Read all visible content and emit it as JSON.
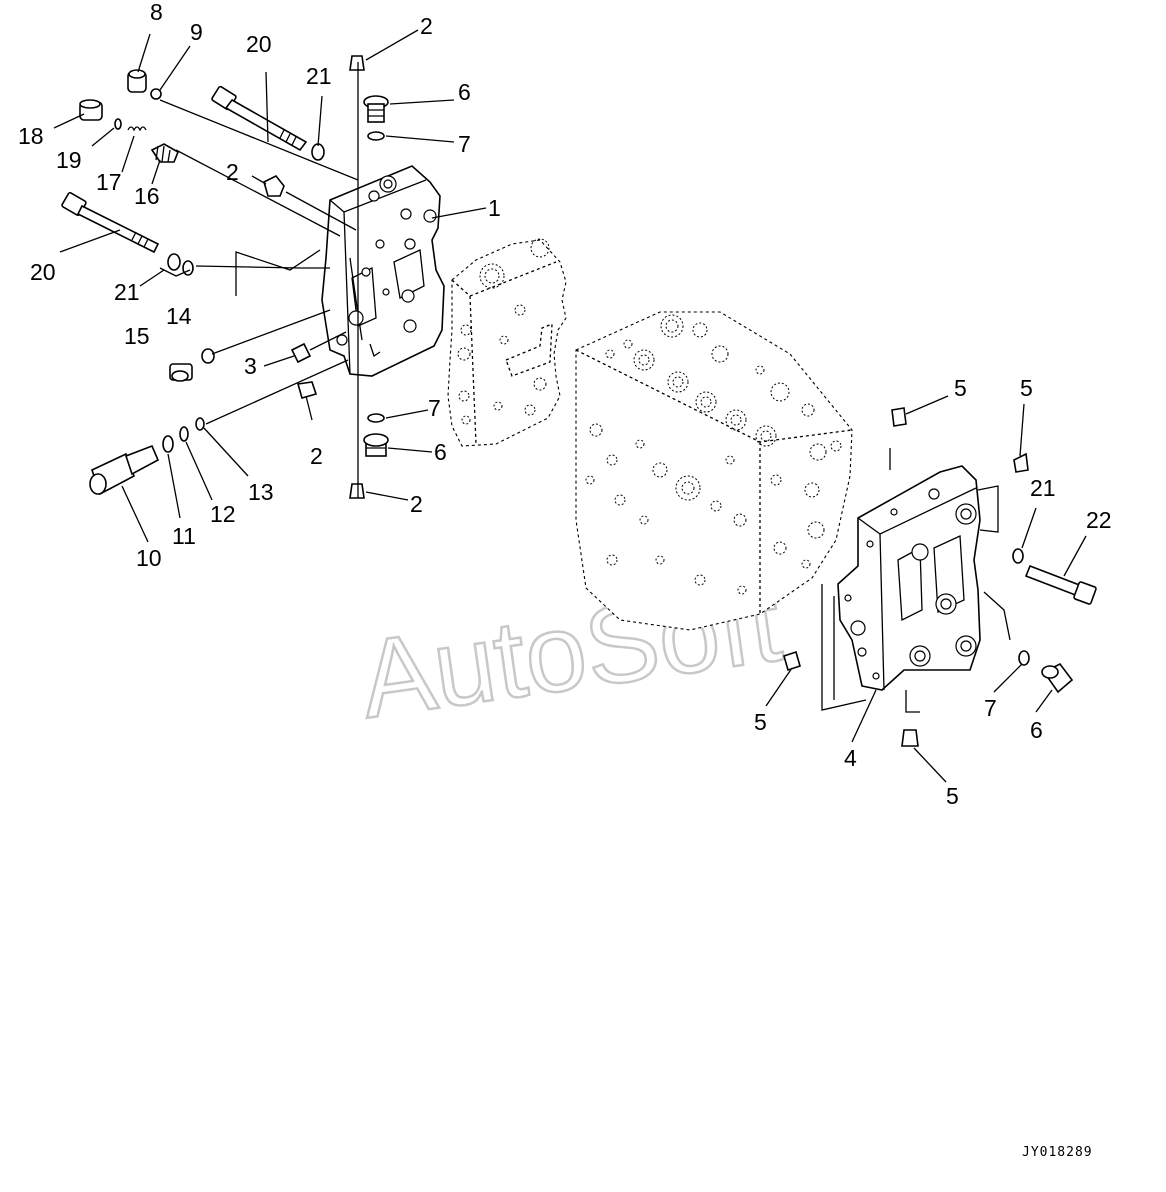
{
  "drawing_code": "JY018289",
  "watermark": "AutoSoft",
  "callouts": {
    "c1": "1",
    "c2a": "2",
    "c2b": "2",
    "c2c": "2",
    "c2d": "2",
    "c3": "3",
    "c4": "4",
    "c5a": "5",
    "c5b": "5",
    "c5c": "5",
    "c5d": "5",
    "c6a": "6",
    "c6b": "6",
    "c6c": "6",
    "c7a": "7",
    "c7b": "7",
    "c7c": "7",
    "c8": "8",
    "c9": "9",
    "c10": "10",
    "c11": "11",
    "c12": "12",
    "c13": "13",
    "c14": "14",
    "c15": "15",
    "c16": "16",
    "c17": "17",
    "c18": "18",
    "c19": "19",
    "c20a": "20",
    "c20b": "20",
    "c21a": "21",
    "c21b": "21",
    "c21c": "21",
    "c22": "22"
  }
}
